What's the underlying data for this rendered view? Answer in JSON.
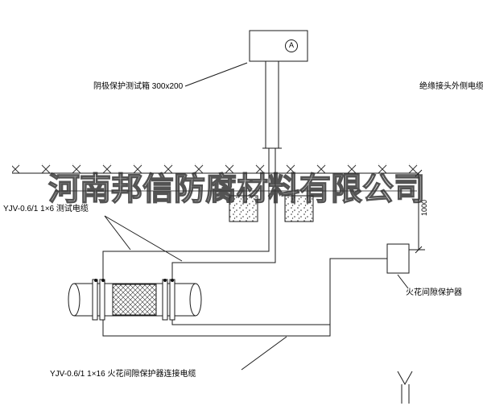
{
  "watermark": "河南邦信防腐材料有限公司",
  "test_box": {
    "label": "阴极保护测试箱 300x200",
    "meter_symbol": "A"
  },
  "labels": {
    "outer_cable": "绝缘接头外侧电缆",
    "test_cable": "YJV-0.6/1 1×6  测试电缆",
    "spark_gap_protector": "火花间隙保护器",
    "connection_cable": "YJV-0.6/1 1×16  火花间隙保护器连接电缆"
  },
  "dimension": {
    "depth": "1000"
  }
}
